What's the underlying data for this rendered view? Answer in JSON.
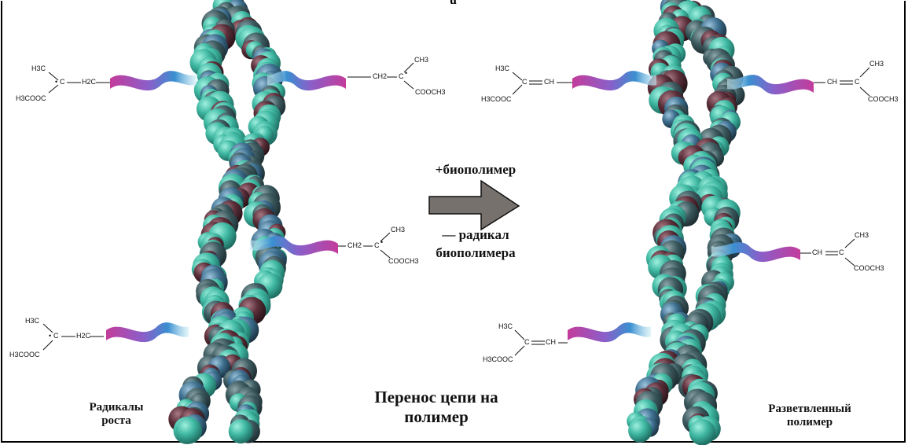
{
  "top_mark": "u",
  "arrow_text": {
    "plus": "+биополимер",
    "minus_1": "— радикал",
    "minus_2": "биополимера"
  },
  "bottom_labels": {
    "left": [
      "Радикалы",
      "роста"
    ],
    "center": [
      "Перенос цепи на",
      "полимер"
    ],
    "right": [
      "Разветвленный",
      "полимер"
    ]
  },
  "chem": {
    "h3c": "H3C",
    "h3cooc": "H3COOC",
    "h2c": "H2C",
    "ch2": "CH2",
    "ch3": "CH3",
    "cooch3": "COOCH3",
    "c": "C",
    "ch": "CH",
    "radical_dot": "•"
  },
  "colors": {
    "arrow_fill": "#76716c",
    "helix_teal": "#3fb8a2",
    "helix_dark": "#3c5a5f",
    "helix_maroon": "#5b2f3a",
    "helix_blue": "#3d6f8e",
    "ribbon_magenta": "#c33c9b",
    "ribbon_blue": "#3a8fd0"
  }
}
